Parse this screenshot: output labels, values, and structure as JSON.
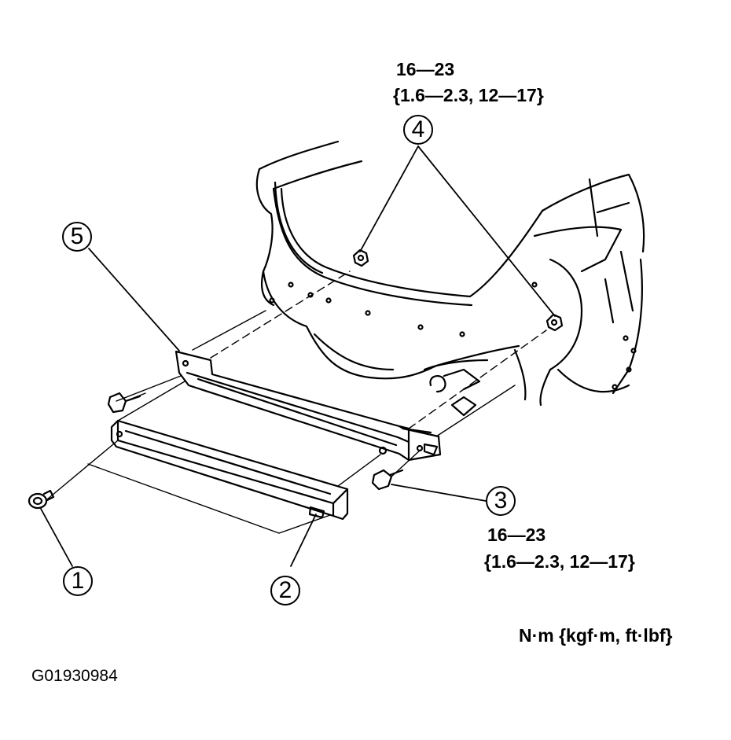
{
  "torque_spec_4": {
    "value": "16—23",
    "alt": "{1.6—2.3, 12—17}"
  },
  "torque_spec_3": {
    "value": "16—23",
    "alt": "{1.6—2.3, 12—17}"
  },
  "units": "N·m {kgf·m, ft·lbf}",
  "figure_code": "G01930984",
  "callouts": {
    "c1": "1",
    "c2": "2",
    "c3": "3",
    "c4": "4",
    "c5": "5"
  }
}
